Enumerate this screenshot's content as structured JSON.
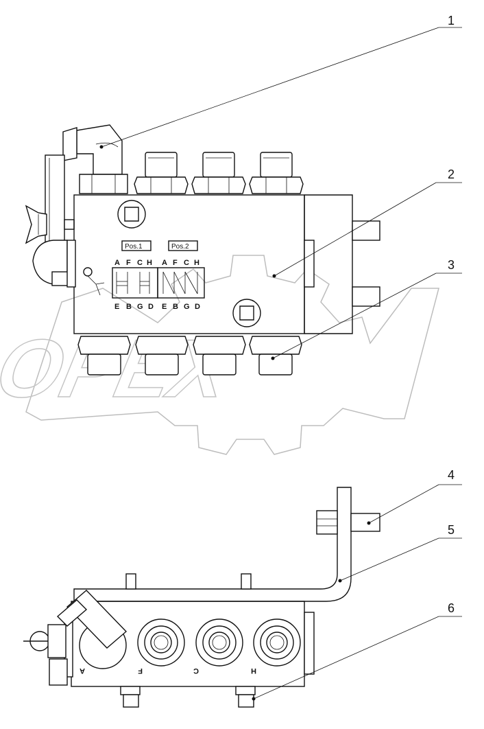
{
  "watermark": {
    "text": "OPEX"
  },
  "callouts": [
    {
      "label": "1"
    },
    {
      "label": "2"
    },
    {
      "label": "3"
    },
    {
      "label": "4"
    },
    {
      "label": "5"
    },
    {
      "label": "6"
    }
  ],
  "position_plate": {
    "pos1_label": "Pos.1",
    "pos2_label": "Pos.2",
    "top_ports": [
      "A",
      "F",
      "C",
      "H",
      "A",
      "F",
      "C",
      "H"
    ],
    "bottom_ports": [
      "E",
      "B",
      "G",
      "D",
      "E",
      "B",
      "G",
      "D"
    ]
  },
  "side_view_ports": [
    "A",
    "F",
    "C",
    "H"
  ]
}
